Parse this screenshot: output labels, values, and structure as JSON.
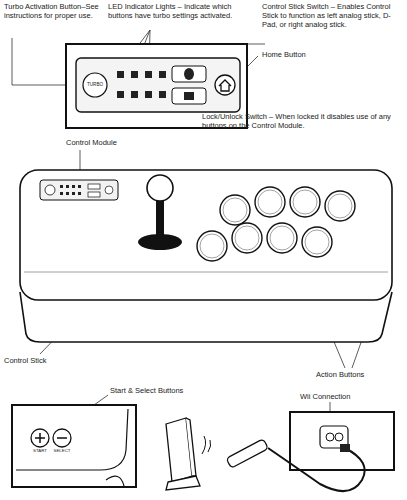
{
  "diagram": {
    "labels": [
      "Turbo Activation Button–See instructions for proper use.",
      "LED Indicator Lights – Indicate which buttons have turbo settings activated.",
      "Control Stick Switch – Enables Control Stick to function as left analog stick, D-Pad, or right analog stick.",
      "Home Button",
      "TURBO",
      "Lock/Unlock Switch – When locked it disables use of any buttons on the Control Module.",
      "Control Module",
      "Control Stick",
      "Action Buttons",
      "Start & Select Buttons",
      "START",
      "SELECT",
      "Wii Connection"
    ]
  }
}
